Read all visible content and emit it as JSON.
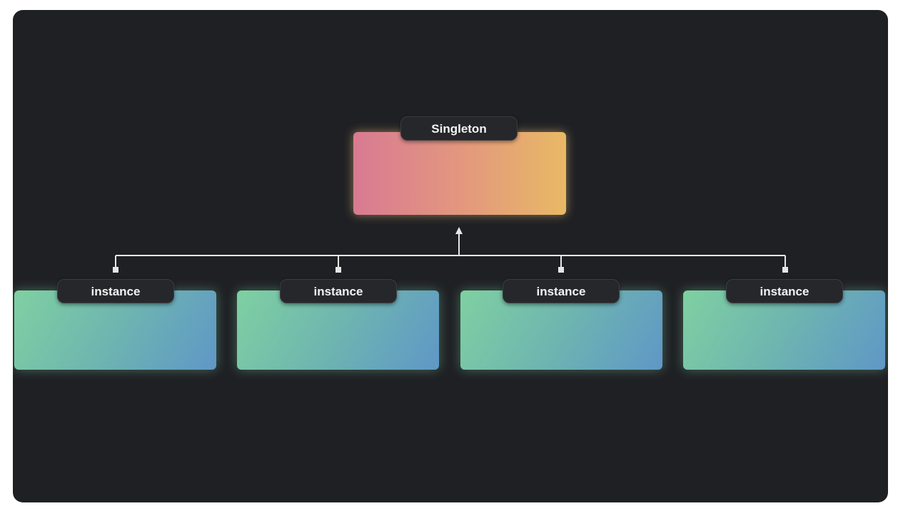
{
  "diagram": {
    "singleton": {
      "label": "Singleton",
      "gradient_colors": [
        "#d87a93",
        "#e49a7c",
        "#e8b965"
      ]
    },
    "instances": [
      {
        "label": "instance"
      },
      {
        "label": "instance"
      },
      {
        "label": "instance"
      },
      {
        "label": "instance"
      }
    ],
    "instance_gradient_colors": [
      "#7fd0a2",
      "#6eb5b0",
      "#5f97c7"
    ],
    "connector_color": "#e6e6e6",
    "background_color": "#1f2024"
  }
}
